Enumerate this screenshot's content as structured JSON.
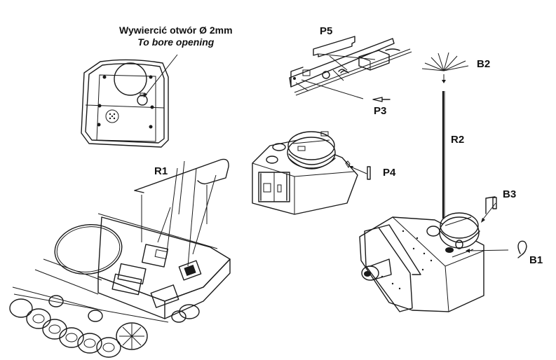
{
  "diagram": {
    "type": "assembly-instructions",
    "subject": "Tank photo-etch detail set",
    "notes": {
      "polish": "Wywiercić otwór Ø 2mm",
      "english": "To bore opening"
    },
    "part_labels": {
      "P5": "P5",
      "B2": "B2",
      "P3": "P3",
      "R2": "R2",
      "R1": "R1",
      "P4": "P4",
      "B3": "B3",
      "B1": "B1"
    },
    "views": [
      {
        "id": "rear-plate-detail",
        "label": "rear armor plate with hole to drill"
      },
      {
        "id": "engine-deck-detail",
        "label": "side rail with parts P5 and P3"
      },
      {
        "id": "antenna-detail",
        "label": "antenna R2 with star B2"
      },
      {
        "id": "turret-side-view",
        "label": "turret with part P4"
      },
      {
        "id": "hull-rear-view",
        "label": "hull rear with mesh R1"
      },
      {
        "id": "turret-front-view",
        "label": "turret with B1, B3, R2"
      }
    ]
  }
}
